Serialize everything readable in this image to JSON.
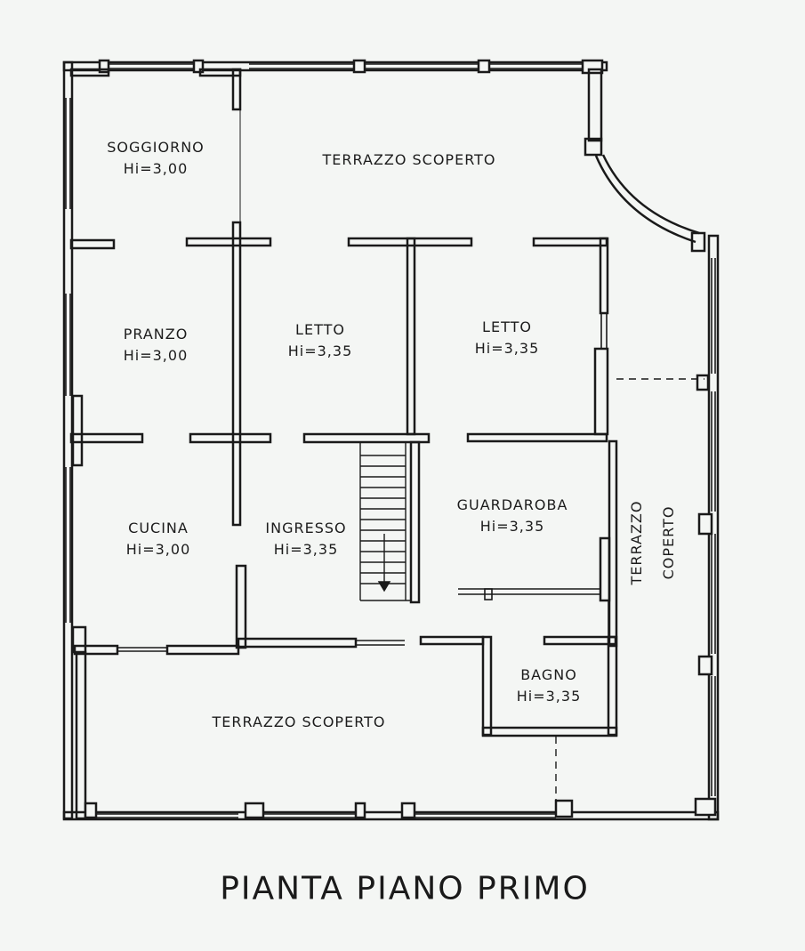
{
  "rooms": {
    "soggiorno": {
      "name": "SOGGIORNO",
      "height": "Hi=3,00"
    },
    "pranzo": {
      "name": "PRANZO",
      "height": "Hi=3,00"
    },
    "cucina": {
      "name": "CUCINA",
      "height": "Hi=3,00"
    },
    "letto1": {
      "name": "LETTO",
      "height": "Hi=3,35"
    },
    "letto2": {
      "name": "LETTO",
      "height": "Hi=3,35"
    },
    "ingresso": {
      "name": "INGRESSO",
      "height": "Hi=3,35"
    },
    "guardaroba": {
      "name": "GUARDAROBA",
      "height": "Hi=3,35"
    },
    "bagno": {
      "name": "BAGNO",
      "height": "Hi=3,35"
    }
  },
  "terraces": {
    "top": "TERRAZZO SCOPERTO",
    "bottom": "TERRAZZO SCOPERTO",
    "right_line1": "TERRAZZO",
    "right_line2": "COPERTO"
  },
  "title": "PIANTA PIANO PRIMO",
  "colors": {
    "ink": "#1a1a1a",
    "paper": "#f4f6f4"
  }
}
